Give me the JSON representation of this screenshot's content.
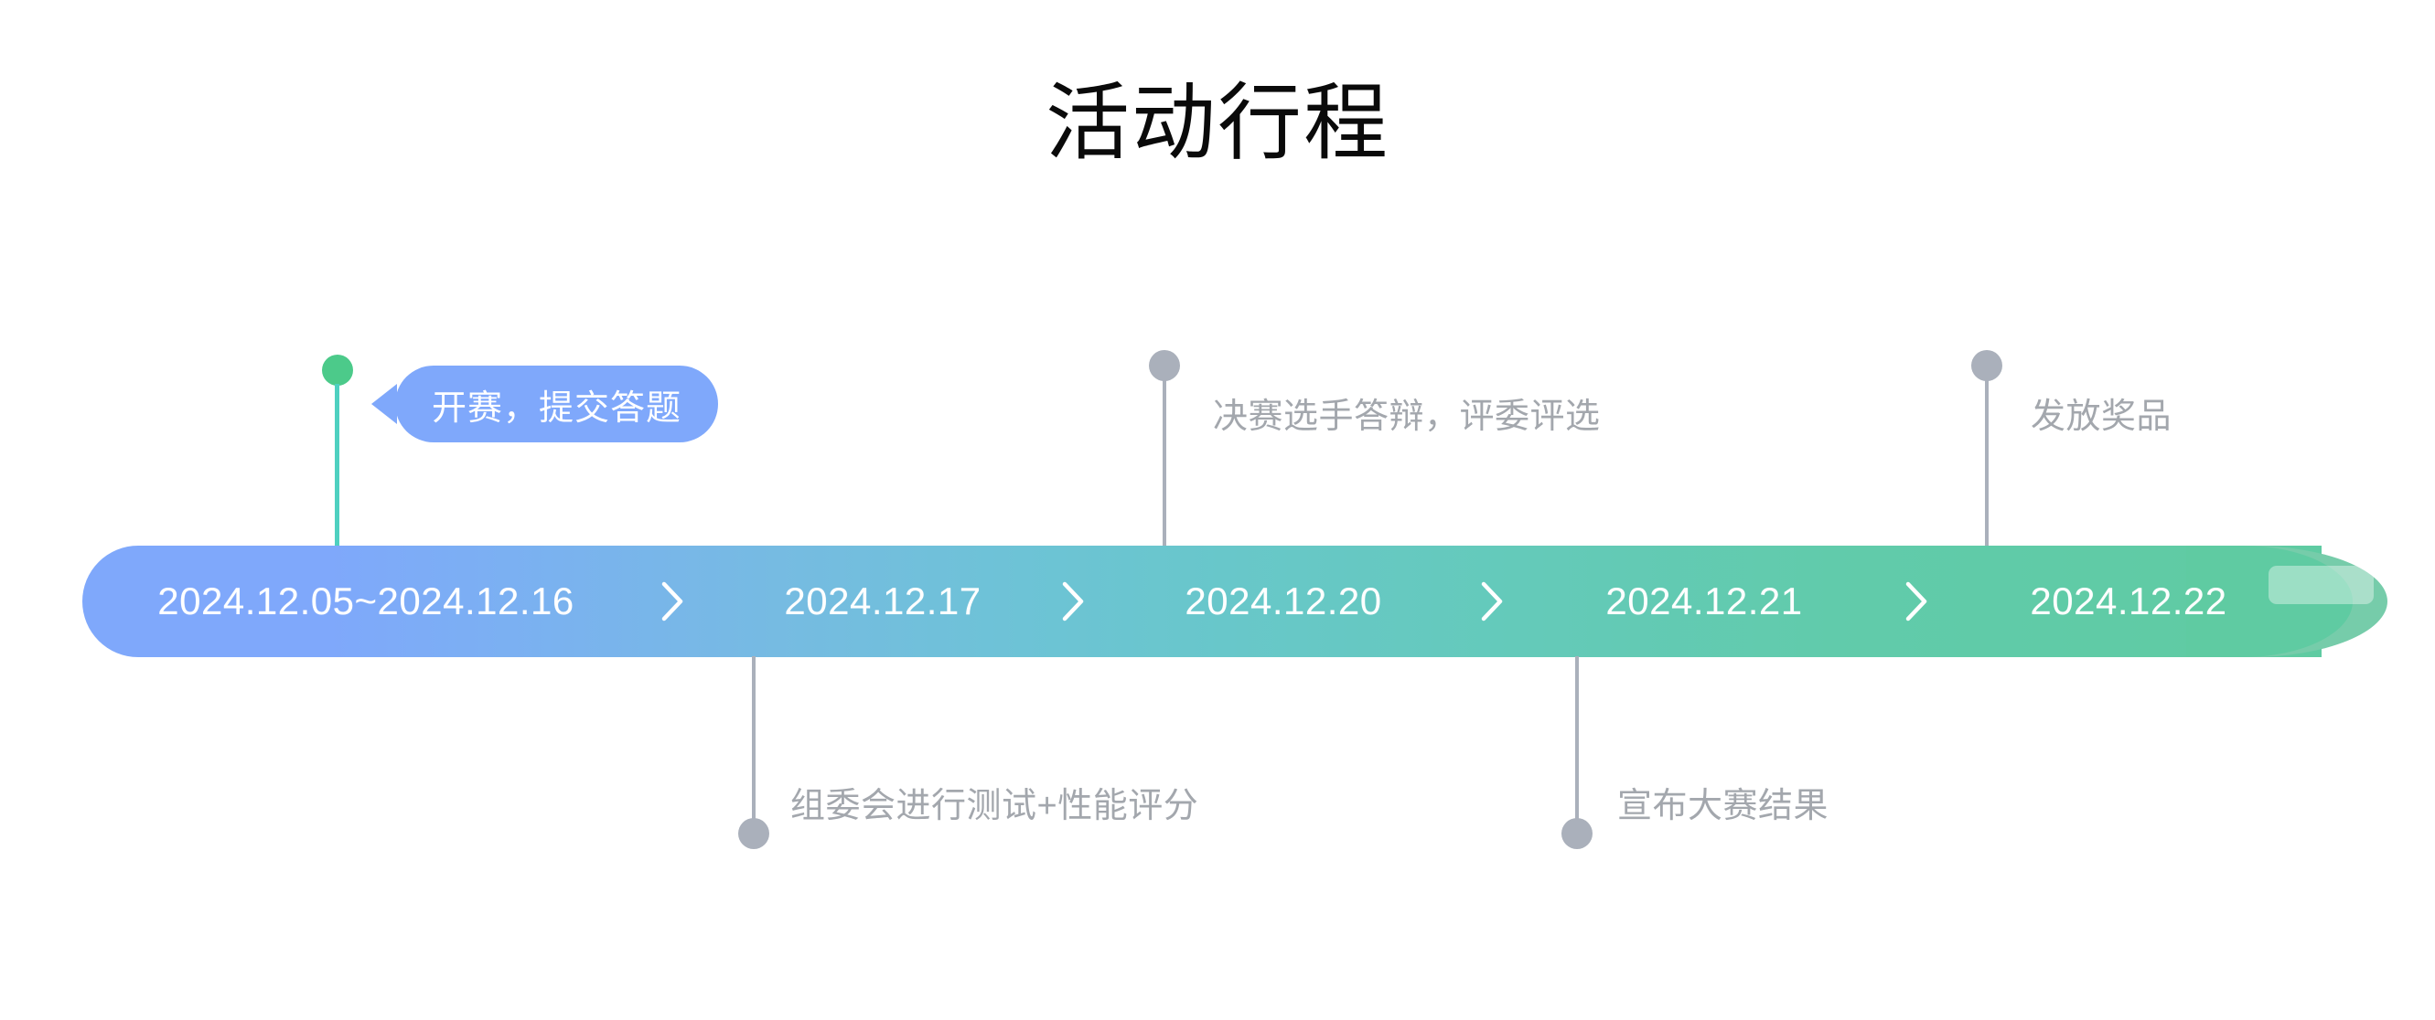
{
  "page": {
    "title": "活动行程",
    "background_color": "#ffffff"
  },
  "timeline": {
    "gradient_start_color": "#7fa8fb",
    "gradient_mid_color": "#68c7ca",
    "gradient_end_color": "#5fcba2",
    "separator_icon": "chevron-right-icon",
    "segments": [
      {
        "label": "2024.12.05~2024.12.16"
      },
      {
        "label": "2024.12.17"
      },
      {
        "label": "2024.12.20"
      },
      {
        "label": "2024.12.21"
      },
      {
        "label": "2024.12.22"
      }
    ]
  },
  "markers": {
    "above": [
      {
        "text": "开赛，提交答题",
        "style": "bubble",
        "dot_color": "#4cca8a",
        "line_color": "#4ed0c0"
      },
      {
        "text": "决赛选手答辩，评委评选",
        "style": "plain",
        "dot_color": "#aab0bb",
        "line_color": "#aab0bb"
      },
      {
        "text": "发放奖品",
        "style": "plain",
        "dot_color": "#aab0bb",
        "line_color": "#aab0bb"
      }
    ],
    "below": [
      {
        "text": "组委会进行测试+性能评分",
        "dot_color": "#aab0bb",
        "line_color": "#aab0bb"
      },
      {
        "text": "宣布大赛结果",
        "dot_color": "#aab0bb",
        "line_color": "#aab0bb"
      }
    ]
  }
}
